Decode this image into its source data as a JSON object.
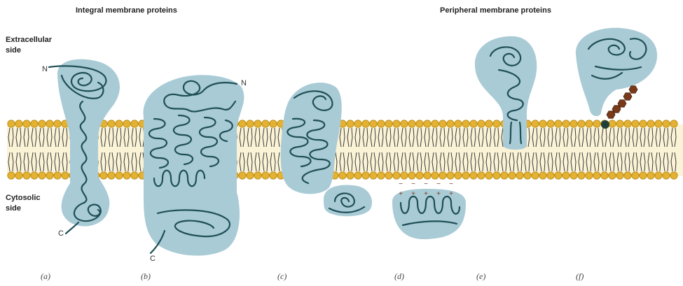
{
  "headings": {
    "integral": "Integral membrane proteins",
    "peripheral": "Peripheral membrane proteins"
  },
  "sides": {
    "extracellular_line1": "Extracellular",
    "extracellular_line2": "side",
    "cytosolic_line1": "Cytosolic",
    "cytosolic_line2": "side"
  },
  "terminals": {
    "a_n": "N",
    "a_c": "C",
    "b_n": "N",
    "b_c": "C"
  },
  "panels": [
    "(a)",
    "(b)",
    "(c)",
    "(d)",
    "(e)",
    "(f)"
  ],
  "charges": {
    "minus": "−",
    "plus": "+"
  },
  "colors": {
    "protein_fill": "#a9cbd6",
    "chain": "#1f4f57",
    "headgroup": "#e3b233",
    "bilayer": "#fbf3d6",
    "lipid_anchor": "#7a3a1a",
    "anchor_link": "#1e4038"
  }
}
